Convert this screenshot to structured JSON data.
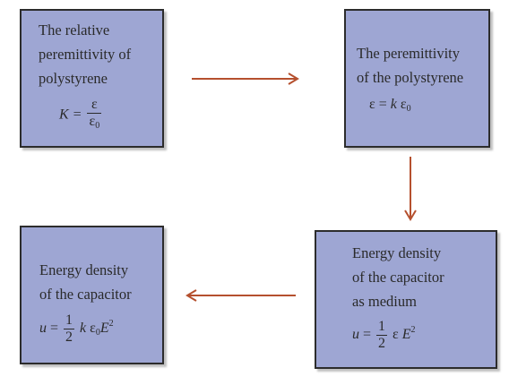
{
  "boxes": {
    "relative_permittivity": {
      "lines": [
        "The relative",
        "peremittivity of",
        "polystyrene"
      ],
      "equation": {
        "lhs": "K =",
        "num": "ε",
        "den_base": "ε",
        "den_sub": "0"
      }
    },
    "permittivity": {
      "lines": [
        "The peremittivity",
        "of  the polystyrene"
      ],
      "equation": {
        "lhs": "ε = ",
        "k": "k",
        "eps": " ε",
        "sub": "0"
      }
    },
    "energy_density_medium": {
      "lines": [
        "Energy density",
        "of  the capacitor",
        "as medium"
      ],
      "equation": {
        "lhs": "u",
        "eq": " =",
        "num": "1",
        "den": "2",
        "eps": "ε ",
        "E": "E",
        "sup": "2"
      }
    },
    "energy_density_capacitor": {
      "lines": [
        "Energy density",
        "of  the capacitor"
      ],
      "equation": {
        "lhs": "u",
        "eq": " =",
        "num": "1",
        "den": "2",
        "k": "k",
        "eps": " ε",
        "sub": "0",
        "E": "E",
        "sup": "2"
      }
    }
  },
  "colors": {
    "box_fill": "#9ea6d3",
    "box_border": "#2c2c2c",
    "arrow": "#b5502e"
  },
  "arrows": [
    "right",
    "down",
    "left"
  ]
}
